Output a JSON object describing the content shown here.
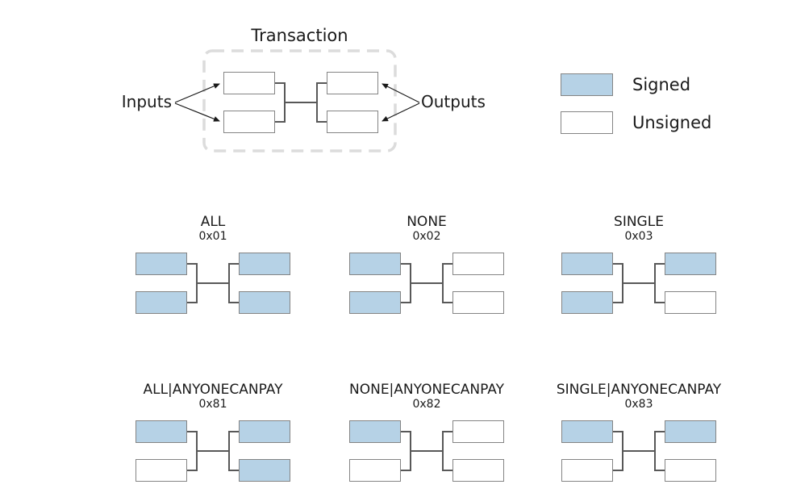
{
  "colors": {
    "signed_fill": "#b6d2e6",
    "unsigned_fill": "#ffffff",
    "box_border": "#848484",
    "connector_line": "#585858",
    "dashed_border": "#dcdcdc",
    "arrow": "#1a1a1a",
    "text": "#1a1a1a"
  },
  "transaction_diagram": {
    "title": "Transaction",
    "inputs_label": "Inputs",
    "outputs_label": "Outputs",
    "inputs": [
      "unsigned",
      "unsigned"
    ],
    "outputs": [
      "unsigned",
      "unsigned"
    ]
  },
  "legend": {
    "items": [
      {
        "label": "Signed",
        "state": "signed"
      },
      {
        "label": "Unsigned",
        "state": "unsigned"
      }
    ]
  },
  "sighash_types": [
    {
      "name": "ALL",
      "code": "0x01",
      "inputs": [
        "signed",
        "signed"
      ],
      "outputs": [
        "signed",
        "signed"
      ]
    },
    {
      "name": "NONE",
      "code": "0x02",
      "inputs": [
        "signed",
        "signed"
      ],
      "outputs": [
        "unsigned",
        "unsigned"
      ]
    },
    {
      "name": "SINGLE",
      "code": "0x03",
      "inputs": [
        "signed",
        "signed"
      ],
      "outputs": [
        "signed",
        "unsigned"
      ]
    },
    {
      "name": "ALL|ANYONECANPAY",
      "code": "0x81",
      "inputs": [
        "signed",
        "unsigned"
      ],
      "outputs": [
        "signed",
        "signed"
      ]
    },
    {
      "name": "NONE|ANYONECANPAY",
      "code": "0x82",
      "inputs": [
        "signed",
        "unsigned"
      ],
      "outputs": [
        "unsigned",
        "unsigned"
      ]
    },
    {
      "name": "SINGLE|ANYONECANPAY",
      "code": "0x83",
      "inputs": [
        "signed",
        "unsigned"
      ],
      "outputs": [
        "signed",
        "unsigned"
      ]
    }
  ]
}
